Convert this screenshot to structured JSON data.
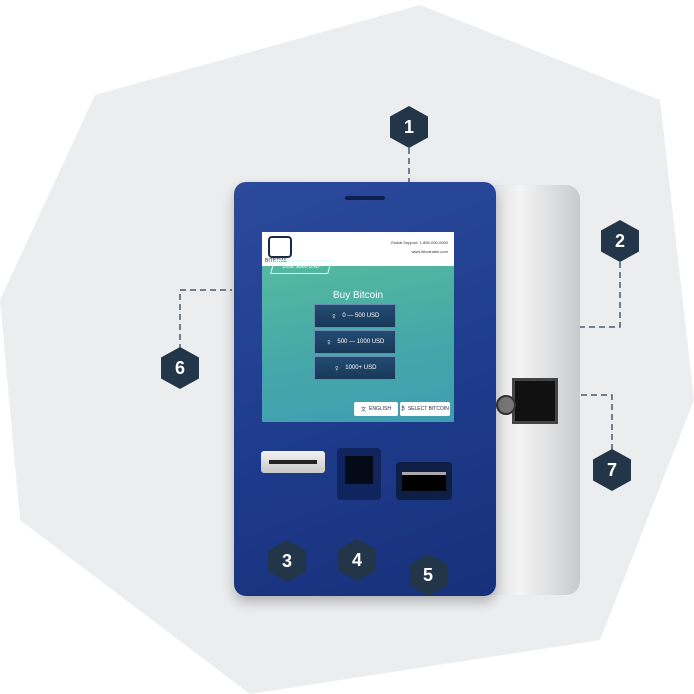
{
  "screen": {
    "logo_text": "BITBTMS",
    "support_lines": [
      "Global Support: 1-855-000-0000",
      "www.bitcoinatm.com"
    ],
    "tab": "Limit: $500 USD",
    "title": "Buy Bitcoin",
    "options": [
      {
        "label": "0 — 500 USD",
        "icon": "person-icon"
      },
      {
        "label": "500 — 1000 USD",
        "icon": "person-icon"
      },
      {
        "label": "1000+ USD",
        "icon": "person-icon"
      }
    ],
    "bottom_buttons": [
      {
        "label": "ENGLISH",
        "icon": "language-icon"
      },
      {
        "label": "SELECT BITCOIN",
        "icon": "bitcoin-icon"
      }
    ]
  },
  "callouts": [
    "1",
    "2",
    "3",
    "4",
    "5",
    "6",
    "7"
  ],
  "colors": {
    "background_hexagon": "#ecedef",
    "badge": "#233548",
    "kiosk_body": "#1f3d8e",
    "screen": "#4fb3a6"
  }
}
